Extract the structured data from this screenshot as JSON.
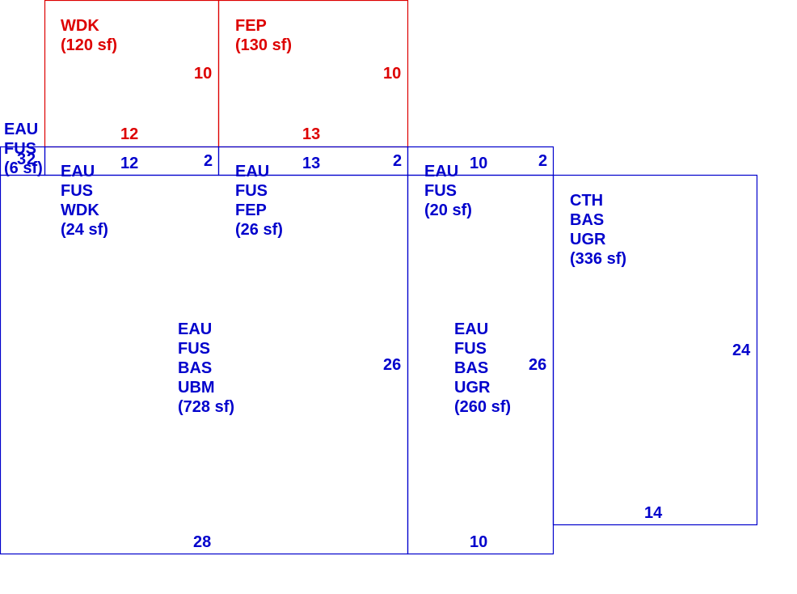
{
  "colors": {
    "blue": "#0000cc",
    "red": "#dd0000"
  },
  "areas": {
    "wdk": {
      "label": [
        "WDK",
        "(120 sf)"
      ],
      "color": "red"
    },
    "fep": {
      "label": [
        "FEP",
        "(130 sf)"
      ],
      "color": "red"
    },
    "eau_fus_6": {
      "label": [
        "EAU",
        "FUS",
        "(6 sf)"
      ],
      "color": "blue"
    },
    "eau_fus_wdk": {
      "label": [
        "EAU",
        "FUS",
        "WDK",
        "(24 sf)"
      ],
      "color": "blue"
    },
    "eau_fus_fep": {
      "label": [
        "EAU",
        "FUS",
        "FEP",
        "(26 sf)"
      ],
      "color": "blue"
    },
    "eau_fus_20": {
      "label": [
        "EAU",
        "FUS",
        "(20 sf)"
      ],
      "color": "blue"
    },
    "cth_bas_ugr": {
      "label": [
        "CTH",
        "BAS",
        "UGR",
        "(336 sf)"
      ],
      "color": "blue"
    },
    "eau_fus_bas_ubm": {
      "label": [
        "EAU",
        "FUS",
        "BAS",
        "UBM",
        "(728 sf)"
      ],
      "color": "blue"
    },
    "eau_fus_bas_ugr": {
      "label": [
        "EAU",
        "FUS",
        "BAS",
        "UGR",
        "(260 sf)"
      ],
      "color": "blue"
    }
  },
  "dimensions": {
    "wdk_side": "10",
    "wdk_bottom": "12",
    "fep_side": "10",
    "fep_bottom": "13",
    "strip_left": "3",
    "strip_left_b": "2",
    "strip_wdk": "12",
    "strip_wdk_side": "2",
    "strip_fep": "13",
    "strip_fep_side": "2",
    "strip_right": "10",
    "strip_right_side": "2",
    "ubm_side": "26",
    "ubm_bottom": "28",
    "ugr_side": "26",
    "ugr_bottom": "10",
    "cth_side": "24",
    "cth_bottom": "14"
  }
}
